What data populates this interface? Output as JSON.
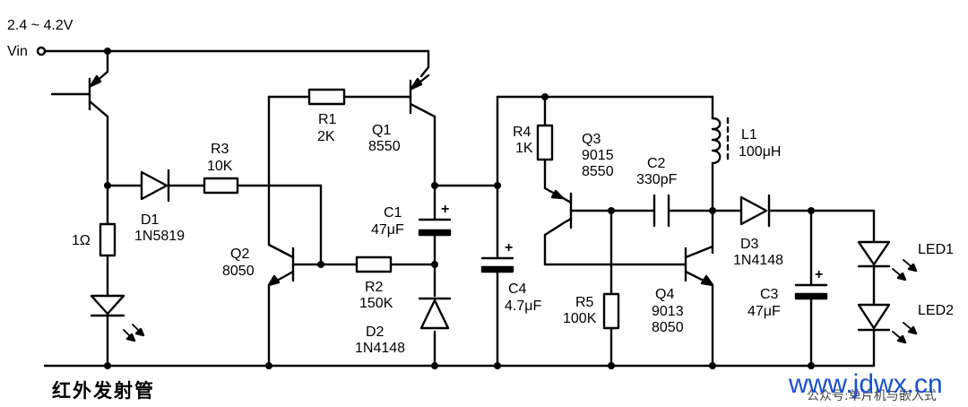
{
  "supply": {
    "range": "2.4 ~ 4.2V",
    "input": "Vin"
  },
  "components": {
    "r1": {
      "ref": "R1",
      "value": "2K"
    },
    "r2": {
      "ref": "R2",
      "value": "150K"
    },
    "r3": {
      "ref": "R3",
      "value": "10K"
    },
    "r4": {
      "ref": "R4",
      "value": "1K"
    },
    "r5": {
      "ref": "R5",
      "value": "100K"
    },
    "r_ir": {
      "value": "1Ω"
    },
    "c1": {
      "ref": "C1",
      "value": "47μF"
    },
    "c2": {
      "ref": "C2",
      "value": "330pF"
    },
    "c3": {
      "ref": "C3",
      "value": "47μF"
    },
    "c4": {
      "ref": "C4",
      "value": "4.7μF"
    },
    "l1": {
      "ref": "L1",
      "value": "100μH"
    },
    "d1": {
      "ref": "D1",
      "value": "1N5819"
    },
    "d2": {
      "ref": "D2",
      "value": "1N4148"
    },
    "d3": {
      "ref": "D3",
      "value": "1N4148"
    },
    "q1": {
      "ref": "Q1",
      "value": "8550"
    },
    "q2": {
      "ref": "Q2",
      "value": "8050"
    },
    "q3": {
      "ref": "Q3",
      "value": "9015",
      "alt": "8550"
    },
    "q4": {
      "ref": "Q4",
      "value": "9013",
      "alt": "8050"
    },
    "led1": {
      "ref": "LED1"
    },
    "led2": {
      "ref": "LED2"
    }
  },
  "polarity_mark": "+",
  "ir_caption": "红外发射管",
  "watermark": {
    "url": "www.jdwx.cn",
    "note": "公众号:单片机与嵌入式"
  }
}
